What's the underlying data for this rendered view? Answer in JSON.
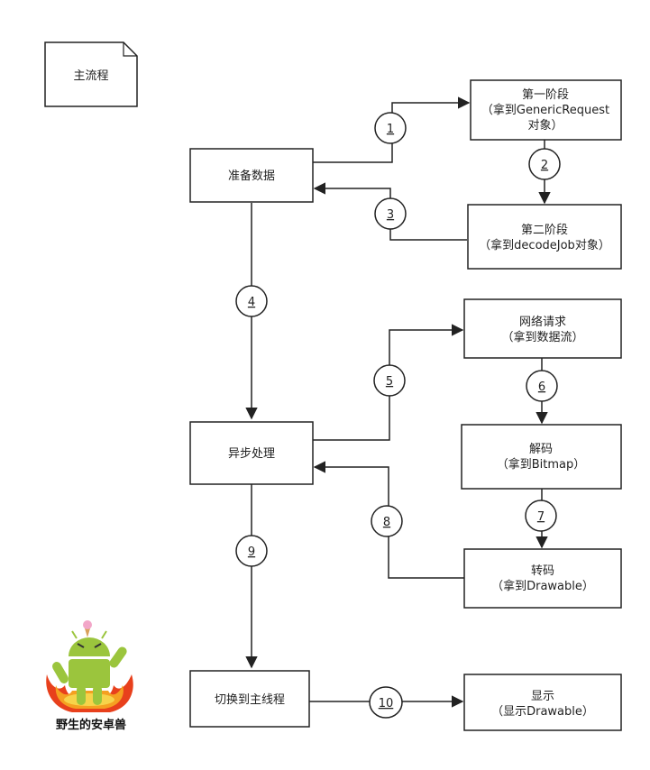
{
  "note": {
    "label": "主流程"
  },
  "boxes": {
    "prepare": {
      "lines": [
        "准备数据"
      ]
    },
    "stage1": {
      "lines": [
        "第一阶段",
        "（拿到GenericRequest",
        "对象）"
      ]
    },
    "stage2": {
      "lines": [
        "第二阶段",
        "（拿到decodeJob对象）"
      ]
    },
    "async": {
      "lines": [
        "异步处理"
      ]
    },
    "network": {
      "lines": [
        "网络请求",
        "（拿到数据流）"
      ]
    },
    "decode": {
      "lines": [
        "解码",
        "（拿到Bitmap）"
      ]
    },
    "transcode": {
      "lines": [
        "转码",
        "（拿到Drawable）"
      ]
    },
    "switch": {
      "lines": [
        "切换到主线程"
      ]
    },
    "display": {
      "lines": [
        "显示",
        "（显示Drawable）"
      ]
    }
  },
  "steps": [
    "1",
    "2",
    "3",
    "4",
    "5",
    "6",
    "7",
    "8",
    "9",
    "10"
  ],
  "logo": {
    "caption": "野生的安卓兽"
  },
  "colors": {
    "stroke": "#222222",
    "android_green": "#9bc53d",
    "flame_orange": "#f5a021",
    "flame_red": "#e8401c"
  }
}
